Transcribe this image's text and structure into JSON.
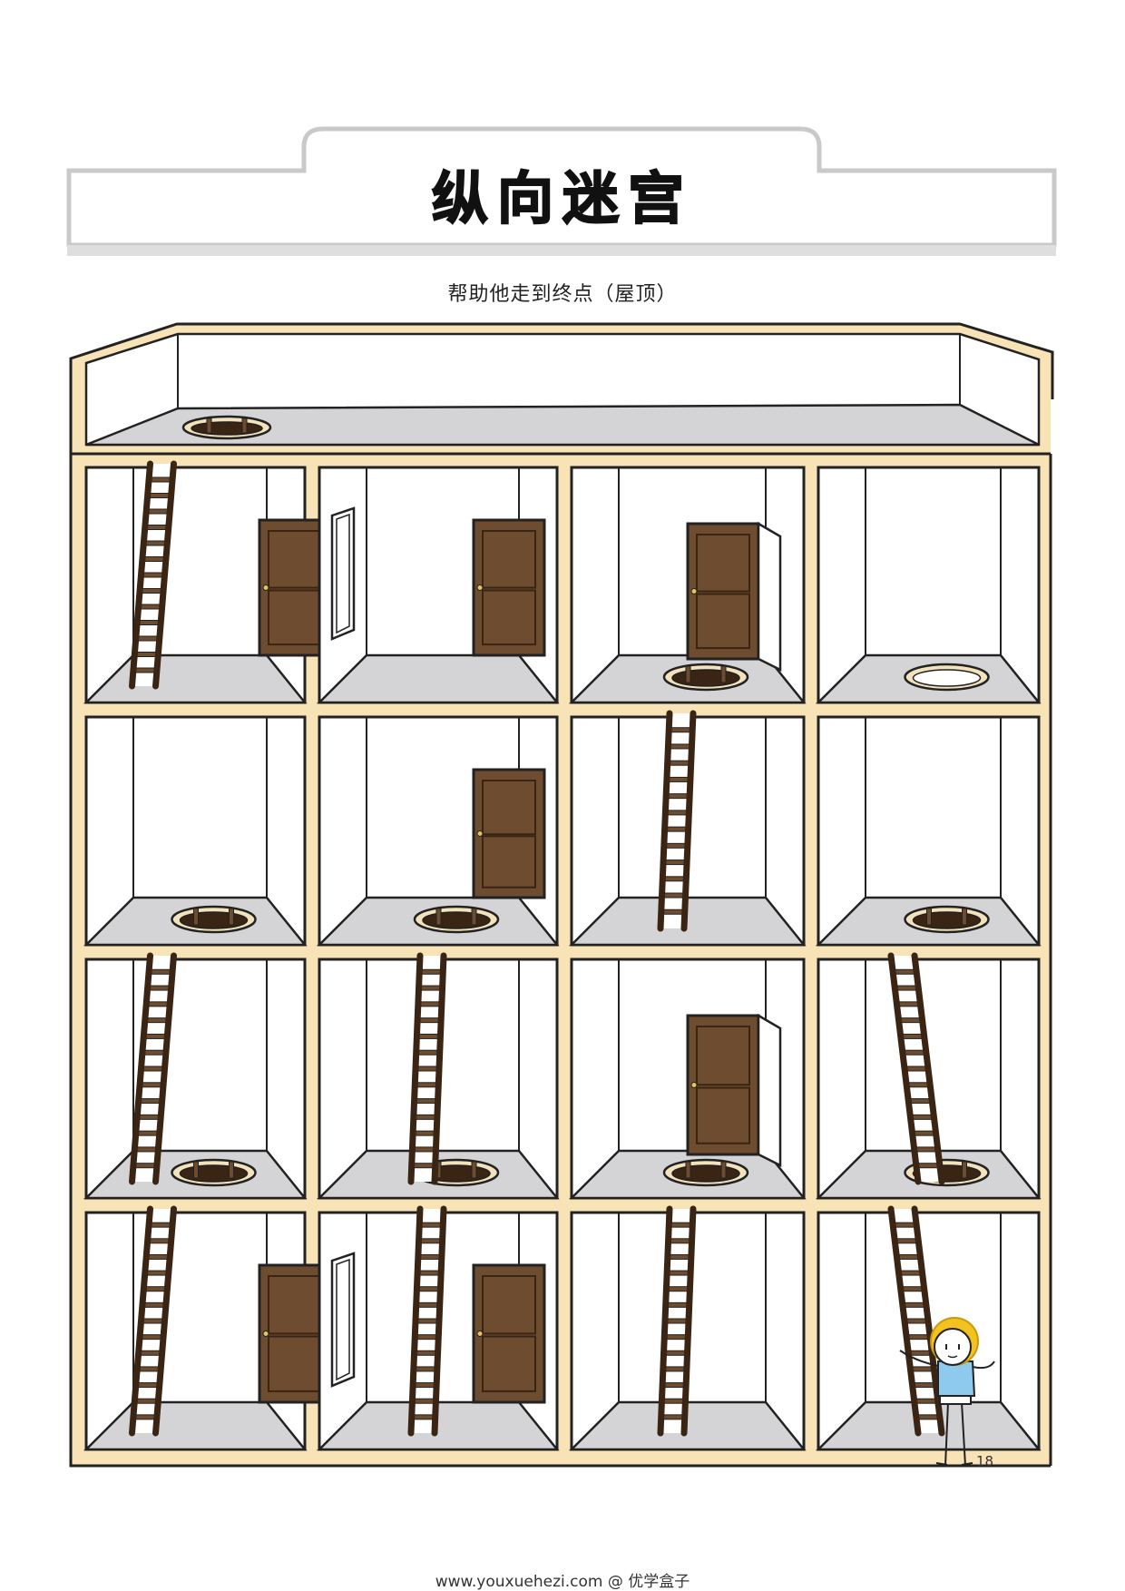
{
  "title": "纵向迷宫",
  "instruction": "帮助他走到终点（屋顶）",
  "page_number": "18",
  "footer": "www.youxuehezi.com @ 优学盒子",
  "colors": {
    "frame": "#f7e3b5",
    "outline": "#222222",
    "floor": "#d4d4d6",
    "wall": "#ffffff",
    "wood": "#6e4c2f",
    "wood_dark": "#3a2414",
    "hole": "#f3e2bb",
    "hair": "#f4c21e",
    "shirt": "#8ec9ee"
  },
  "maze": {
    "rows_top_to_bottom": [
      [
        {
          "ladder": true,
          "door": true,
          "hole": false
        },
        {
          "ladder": false,
          "door": true,
          "hole": false
        },
        {
          "ladder": false,
          "door": true,
          "hole": true
        },
        {
          "ladder": false,
          "door": false,
          "hole": true
        }
      ],
      [
        {
          "ladder": false,
          "door": false,
          "hole": true
        },
        {
          "ladder": false,
          "door": true,
          "hole": true
        },
        {
          "ladder": true,
          "door": false,
          "hole": false
        },
        {
          "ladder": false,
          "door": false,
          "hole": true
        }
      ],
      [
        {
          "ladder": true,
          "door": false,
          "hole": true
        },
        {
          "ladder": true,
          "door": false,
          "hole": true
        },
        {
          "ladder": false,
          "door": true,
          "hole": true
        },
        {
          "ladder": true,
          "door": false,
          "hole": true
        }
      ],
      [
        {
          "ladder": true,
          "door": true,
          "hole": false
        },
        {
          "ladder": true,
          "door": true,
          "hole": false
        },
        {
          "ladder": true,
          "door": false,
          "hole": false
        },
        {
          "ladder": true,
          "door": false,
          "hole": false
        }
      ]
    ],
    "roof_hole": true,
    "character_position": "bottom-right room"
  }
}
